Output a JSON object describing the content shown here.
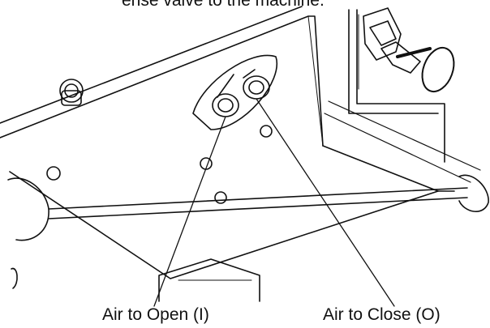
{
  "header_fragment": "ense valve to the machine.",
  "labels": {
    "air_to_open": "Air to Open (I)",
    "air_to_close": "Air to Close (O)"
  }
}
